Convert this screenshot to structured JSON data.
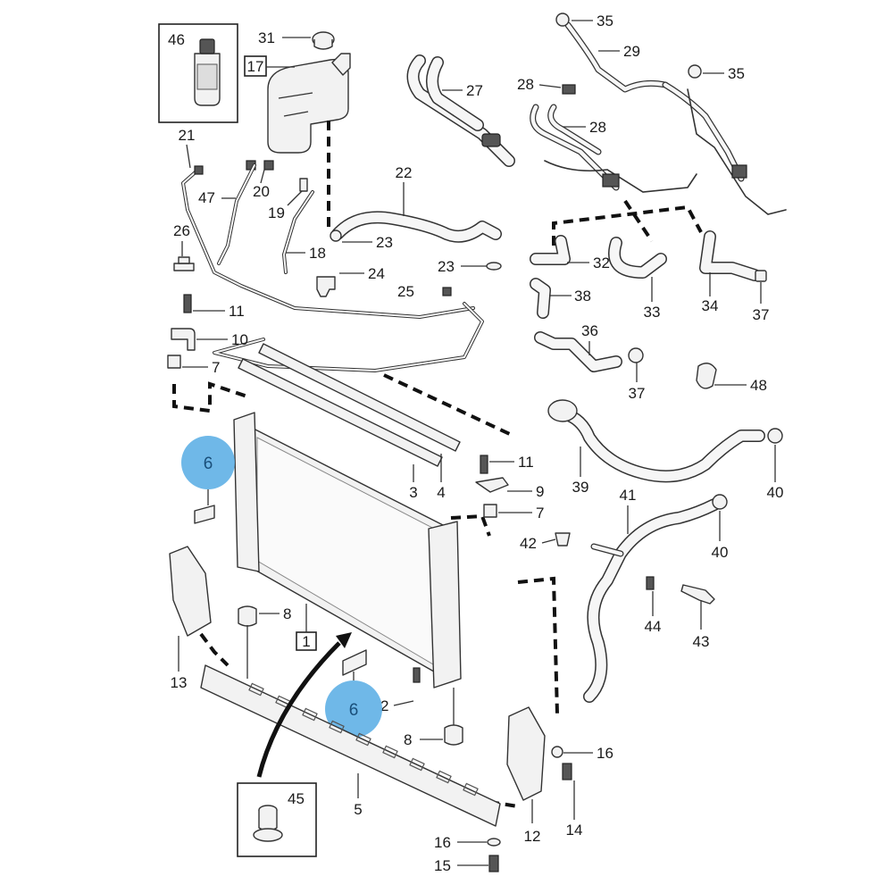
{
  "diagram": {
    "callouts": {
      "c1": "1",
      "c2": "2",
      "c3": "3",
      "c4": "4",
      "c5": "5",
      "c6a": "6",
      "c6b": "6",
      "c7a": "7",
      "c7b": "7",
      "c8a": "8",
      "c8b": "8",
      "c9": "9",
      "c10": "10",
      "c11a": "11",
      "c11b": "11",
      "c12": "12",
      "c13": "13",
      "c14": "14",
      "c15": "15",
      "c16a": "16",
      "c16b": "16",
      "c17": "17",
      "c18": "18",
      "c19": "19",
      "c20": "20",
      "c21": "21",
      "c22": "22",
      "c23a": "23",
      "c23b": "23",
      "c24": "24",
      "c25": "25",
      "c26": "26",
      "c27": "27",
      "c28a": "28",
      "c28b": "28",
      "c29": "29",
      "c31": "31",
      "c32": "32",
      "c33": "33",
      "c34": "34",
      "c35a": "35",
      "c35b": "35",
      "c36": "36",
      "c37a": "37",
      "c37b": "37",
      "c38": "38",
      "c39": "39",
      "c40a": "40",
      "c40b": "40",
      "c41": "41",
      "c42": "42",
      "c43": "43",
      "c44": "44",
      "c45": "45",
      "c46": "46",
      "c47": "47",
      "c48": "48"
    },
    "highlight_color": "#5fb0e5"
  }
}
